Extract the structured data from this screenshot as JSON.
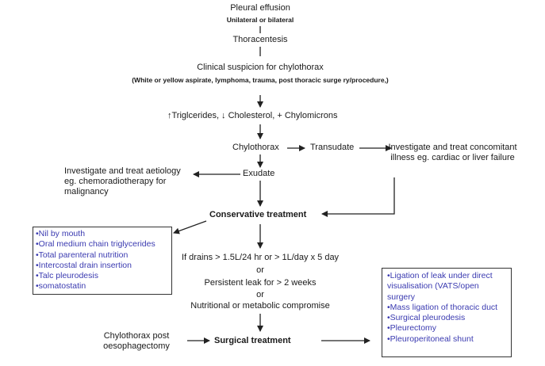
{
  "flowchart": {
    "pleural_effusion": "Pleural effusion",
    "uni_bilateral": "Unilateral or bilateral",
    "thoracentesis": "Thoracentesis",
    "clinical_suspicion": "Clinical suspicion for chylothorax",
    "suspicion_detail": "(White or yellow aspirate, lymphoma, trauma, post thoracic surge ry/procedure,)",
    "lipids": "Triglcerides, ↓ Cholesterol, + Chylomicrons",
    "lipids_up_arrow": "↑",
    "chylothorax": "Chylothorax",
    "transudate": "Transudate",
    "investigate_concomitant": "Investigate and treat concomitant illness eg. cardiac or liver failure",
    "exudate": "Exudate",
    "investigate_aetiology": "Investigate and treat aetiology eg. chemoradiotherapy for malignancy",
    "conservative_treatment": "Conservative treatment",
    "conservative_measures": [
      "•Nil by mouth",
      "•Oral medium chain triglycerides",
      "•Total parenteral nutrition",
      "•Intercostal drain insertion",
      "•Talc pleurodesis",
      "•somatostatin"
    ],
    "criteria": {
      "drains": "If drains > 1.5L/24 hr or > 1L/day x 5 day",
      "or1": "or",
      "persistent": "Persistent leak for > 2 weeks",
      "or2": "or",
      "nutritional": "Nutritional or metabolic compromise"
    },
    "chylothorax_post": "Chylothorax post oesophagectomy",
    "surgical_treatment": "Surgical treatment",
    "surgical_measures": [
      "•Ligation of leak under direct visualisation (VATS/open surgery",
      "•Mass ligation of thoracic duct",
      "•Surgical pleurodesis",
      "•Pleurectomy",
      "•Pleuroperitoneal shunt"
    ],
    "colors": {
      "text": "#1a1a1a",
      "bullet_text": "#3a3ab0",
      "lines": "#222222"
    }
  }
}
